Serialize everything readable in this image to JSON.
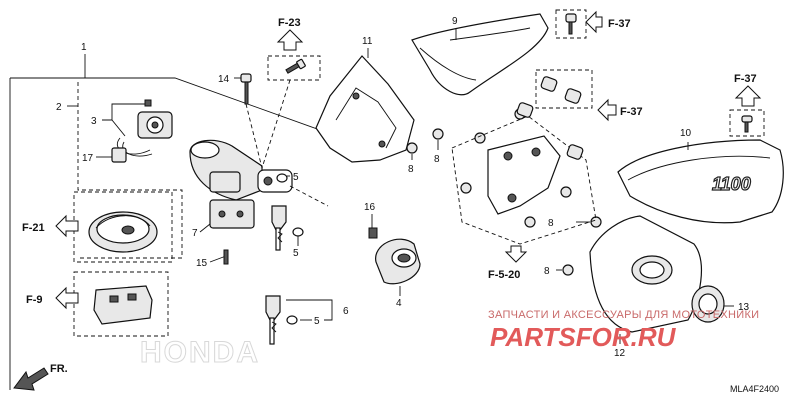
{
  "callouts": [
    "1",
    "2",
    "3",
    "4",
    "5",
    "5",
    "5",
    "6",
    "7",
    "8",
    "8",
    "8",
    "8",
    "9",
    "10",
    "11",
    "12",
    "13",
    "14",
    "15",
    "16",
    "17"
  ],
  "refs": [
    "F-23",
    "F-37",
    "F-37",
    "F-37",
    "F-21",
    "F-9",
    "F-5-20"
  ],
  "direction_label": "FR.",
  "emblem_text": "1100",
  "watermark": {
    "line1": "ЗАПЧАСТИ И АКСЕССУАРЫ ДЛЯ МОТОТЕХНИКИ",
    "brand": "PARTSFOR.RU",
    "background_logo": "HONDA"
  },
  "diagram_code": "MLA4F2400"
}
